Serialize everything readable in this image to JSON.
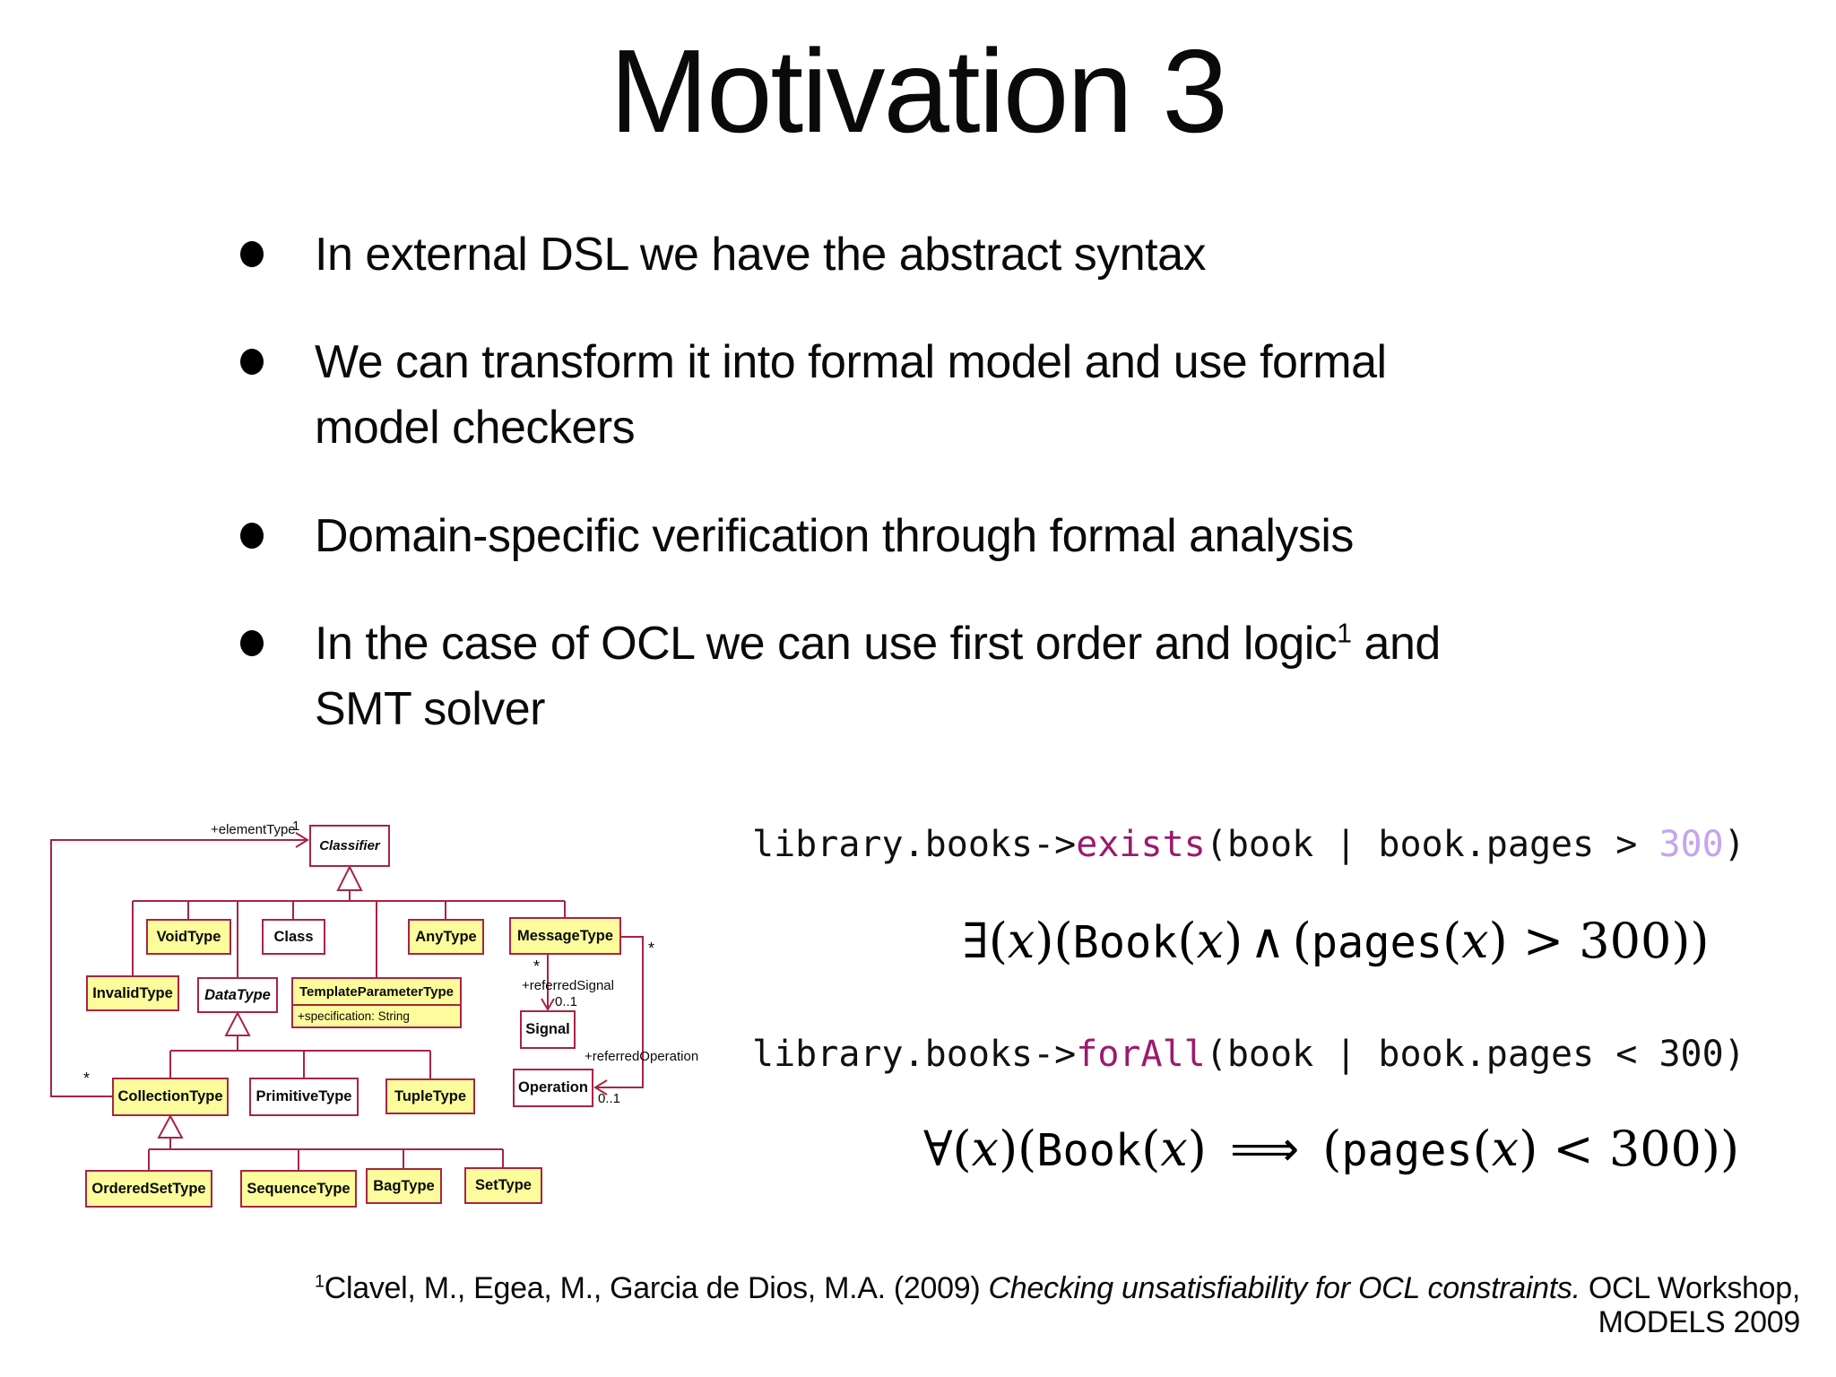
{
  "title": "Motivation 3",
  "bullets": {
    "b1": "In external DSL we have the abstract syntax",
    "b2_line1": "We can transform it into formal model and use formal",
    "b2_line2": "model checkers",
    "b3": "Domain-specific verification through formal analysis",
    "b4_line1": "In the case of OCL we can use first order and logic",
    "b4_sup": "1",
    "b4_line1_end": " and",
    "b4_line2": "SMT solver"
  },
  "uml": {
    "boxes": {
      "classifier": "Classifier",
      "void_type": "VoidType",
      "class": "Class",
      "any_type": "AnyType",
      "message_type": "MessageType",
      "invalid_type": "InvalidType",
      "data_type": "DataType",
      "template_parameter_type": "TemplateParameterType",
      "signal": "Signal",
      "operation": "Operation",
      "collection_type": "CollectionType",
      "primitive_type": "PrimitiveType",
      "tuple_type": "TupleType",
      "ordered_set_type": "OrderedSetType",
      "sequence_type": "SequenceType",
      "bag_type": "BagType",
      "set_type": "SetType"
    },
    "annotations": {
      "element_type": "+elementType",
      "one": "1",
      "star": "*",
      "referred_signal": "+referredSignal",
      "referred_operation": "+referredOperation",
      "zero_one": "0..1",
      "specification": "+specification: String"
    }
  },
  "ocl": {
    "exists": {
      "object": "library.books->",
      "keyword": "exists",
      "args_pre": "(book | book.pages > ",
      "value": "300",
      "args_post": ")"
    },
    "forall": {
      "object": "library.books->",
      "keyword": "forAll",
      "args": "(book | book.pages < 300)"
    }
  },
  "logic": {
    "exists": {
      "q": "∃",
      "p1": "(",
      "x1": "x",
      "p2": ")(",
      "fn1": "Book",
      "p3": "(",
      "x2": "x",
      "p4": ")",
      "op": "∧",
      "p5": "(",
      "fn2": "pages",
      "p6": "(",
      "x3": "x",
      "p7": ") > 300))"
    },
    "forall": {
      "q": "∀",
      "p1": "(",
      "x1": "x",
      "p2": ")(",
      "fn1": "Book",
      "p3": "(",
      "x2": "x",
      "p4": ")",
      "op": "⟹",
      "p5": "(",
      "fn2": "pages",
      "p6": "(",
      "x3": "x",
      "p7": ") < 300))"
    }
  },
  "footnote": {
    "sup": "1",
    "authors": "Clavel, M., Egea, M., Garcia de Dios, M.A. (2009) ",
    "title_italic": "Checking unsatisfiability for OCL constraints.",
    "venue": " OCL Workshop, MODELS 2009"
  },
  "colors": {
    "keyword": "#9c1a6e",
    "number_literal": "#c5a4f0",
    "uml_line": "#a82443",
    "uml_yellow": "#fcfc9c",
    "text": "#0a0a0a"
  }
}
